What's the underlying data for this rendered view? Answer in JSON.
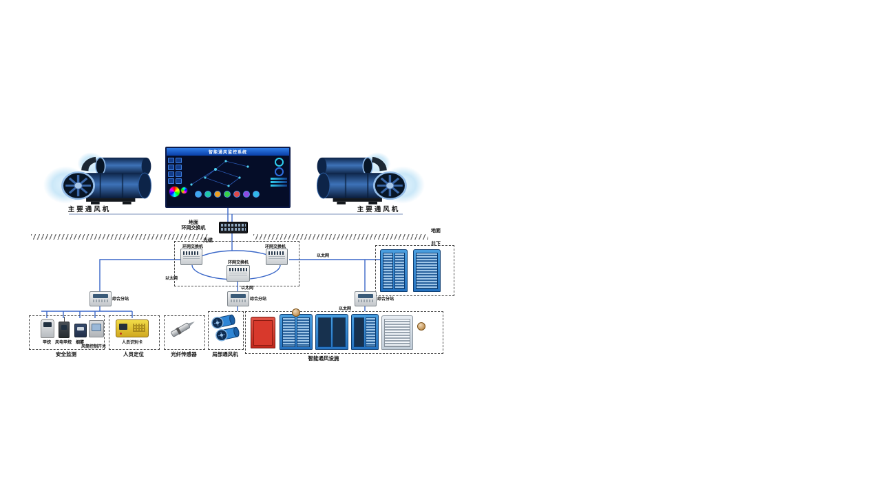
{
  "screen": {
    "title": "智能通风监控系统"
  },
  "fans": {
    "left": "主要通风机",
    "right": "主要通风机"
  },
  "network": {
    "ground_switch_line1": "地面",
    "ground_switch_line2": "环网交换机",
    "optical_cable": "光缆",
    "surface": "地面",
    "underground": "井下",
    "ring_left": "环网交换机",
    "ring_right": "环网交换机",
    "ring_bottom": "环网交换机",
    "ethernet_left": "以太网",
    "ethernet_center": "以太网",
    "ethernet_right": "以太网",
    "ethernet_lower": "以太网"
  },
  "substations": {
    "s1": "综合分站",
    "s2": "综合分站",
    "s3": "综合分站"
  },
  "groups": {
    "safety": {
      "caption": "安全监测",
      "sensors": [
        "甲烷",
        "风电甲烷",
        "烟雾",
        "风筒控制开关"
      ]
    },
    "personnel": {
      "caption": "人员定位",
      "device": "人员识别卡"
    },
    "fiber": {
      "caption": "光纤传感器"
    },
    "local_fan": {
      "caption": "局部通风机"
    },
    "smart_vent": {
      "caption": "智能通风设施"
    }
  },
  "colors": {
    "wire": "#3a67c8",
    "cabinet_blue": "#2f86d6",
    "door_red": "#d42a1e",
    "reader_yellow": "#e8c832"
  }
}
